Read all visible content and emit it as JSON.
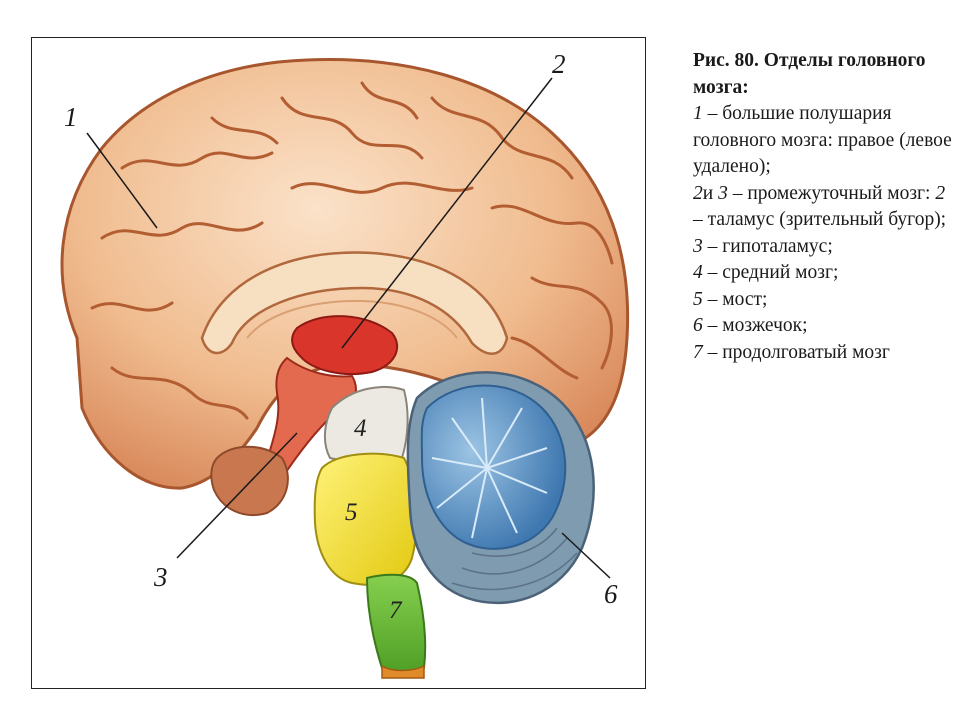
{
  "caption": {
    "title": "Рис. 80. Отделы головного мозга:",
    "items": [
      {
        "num": "1",
        "text": " – большие полушария головного мозга: правое (левое удалено);"
      },
      {
        "num": "2",
        "text": "и "
      },
      {
        "num": "3",
        "text": " – промежуточный мозг: "
      },
      {
        "num": "2",
        "text": " – таламус (зрительный бугор);"
      },
      {
        "num": "3",
        "text": " – гипоталамус;"
      },
      {
        "num": "4",
        "text": " – средний мозг;"
      },
      {
        "num": "5",
        "text": " – мост;"
      },
      {
        "num": "6",
        "text": " – мозжечок;"
      },
      {
        "num": "7",
        "text": " – продолговатый мозг"
      }
    ]
  },
  "callouts": {
    "c1": "1",
    "c2": "2",
    "c3": "3",
    "c4": "4",
    "c5": "5",
    "c6": "6",
    "c7": "7"
  },
  "colors": {
    "cortex": "#f2c7a0",
    "thalamus": "#d9352b",
    "hypothalamus": "#e36a4e",
    "midbrain": "#e9e6df",
    "pons": "#f2e229",
    "cerebellum": "#6ea2cc",
    "medulla": "#6fbf3a"
  }
}
